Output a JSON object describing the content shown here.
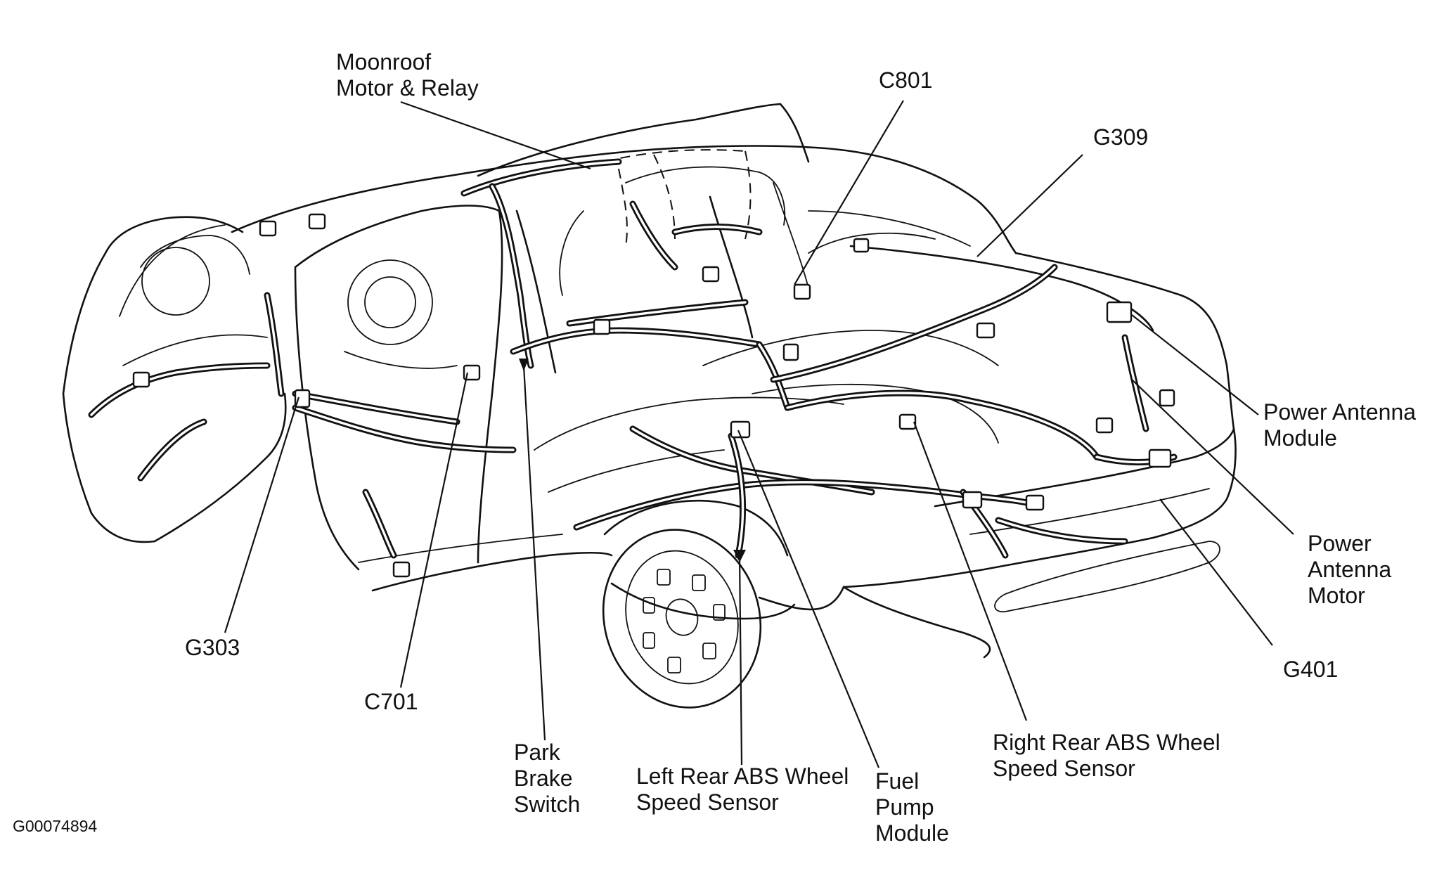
{
  "diagram": {
    "callouts": [
      {
        "id": "moonroof",
        "lines": [
          "Moonroof",
          "Motor & Relay"
        ]
      },
      {
        "id": "c801",
        "lines": [
          "C801"
        ]
      },
      {
        "id": "g309",
        "lines": [
          "G309"
        ]
      },
      {
        "id": "power-antenna-module",
        "lines": [
          "Power Antenna",
          "Module"
        ]
      },
      {
        "id": "power-antenna-motor",
        "lines": [
          "Power",
          "Antenna",
          "Motor"
        ]
      },
      {
        "id": "g401",
        "lines": [
          "G401"
        ]
      },
      {
        "id": "right-rear-abs",
        "lines": [
          "Right Rear ABS Wheel",
          "Speed Sensor"
        ]
      },
      {
        "id": "fuel-pump",
        "lines": [
          "Fuel",
          "Pump",
          "Module"
        ]
      },
      {
        "id": "left-rear-abs",
        "lines": [
          "Left Rear ABS Wheel",
          "Speed Sensor"
        ]
      },
      {
        "id": "park-brake",
        "lines": [
          "Park",
          "Brake",
          "Switch"
        ]
      },
      {
        "id": "c701",
        "lines": [
          "C701"
        ]
      },
      {
        "id": "g303",
        "lines": [
          "G303"
        ]
      }
    ],
    "figure_id": "G00074894"
  }
}
